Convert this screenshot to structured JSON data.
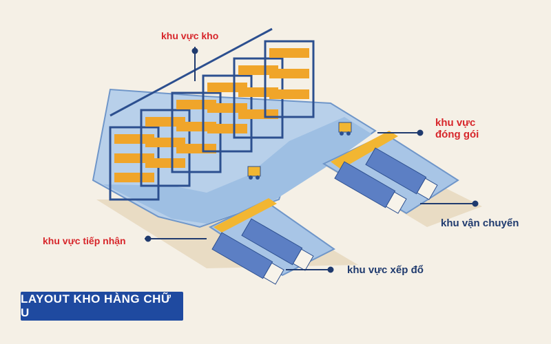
{
  "title": "LAYOUT KHO HÀNG CHỮ U",
  "labels": {
    "storage": "khu vực kho",
    "packing_line1": "khu vực",
    "packing_line2": "đóng gói",
    "shipping": "khu vận chuyển",
    "receiving": "khu vực tiếp nhận",
    "unloading": "khu vực xếp đổ"
  },
  "colors": {
    "background": "#f5f0e6",
    "floor": "#8fb3dc",
    "rack_frame": "#2c4f8f",
    "box": "#f0a52a",
    "dock": "#f2b632",
    "truck_body": "#5c7fc4",
    "truck_cab": "#f7f3ea",
    "title_box": "#1f4aa0",
    "label_red": "#d7262b",
    "label_navy": "#1f3a6e"
  }
}
